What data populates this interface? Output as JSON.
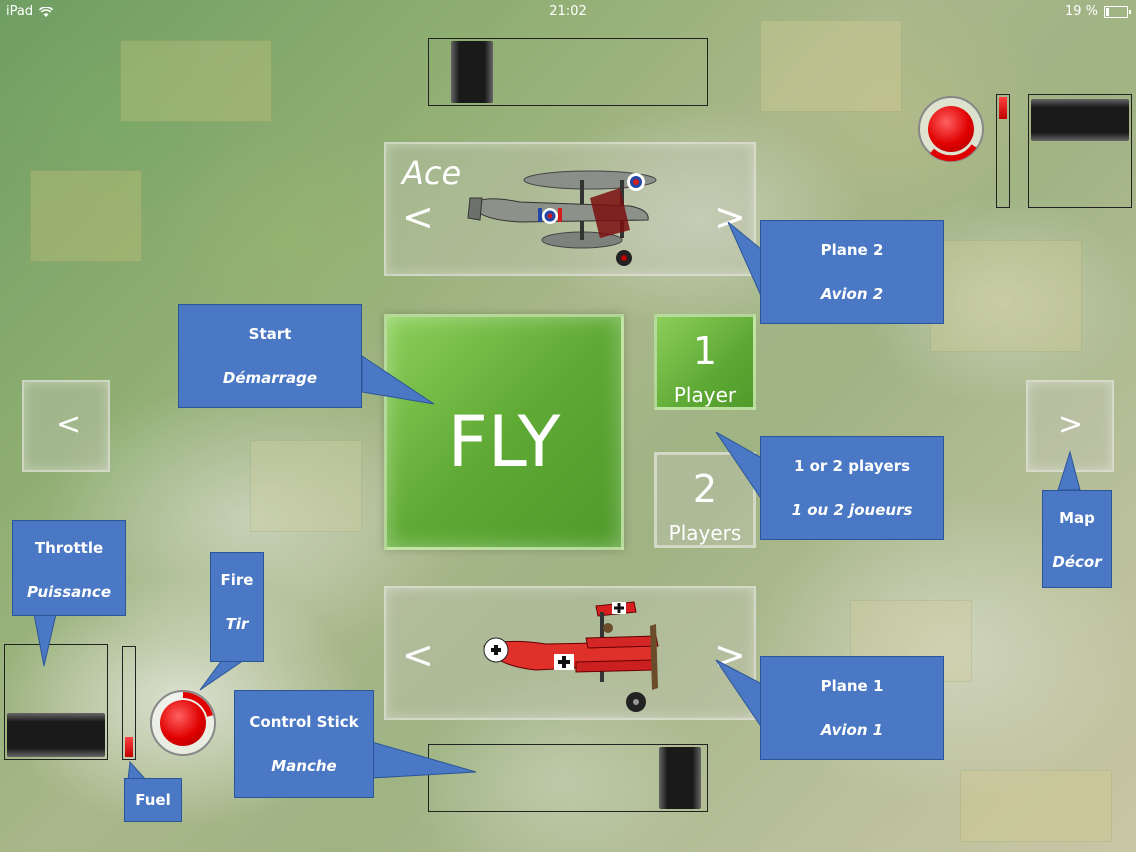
{
  "status_bar": {
    "device": "iPad",
    "time": "21:02",
    "battery": "19 %",
    "battery_level": 0.19
  },
  "plane_selector_top": {
    "skill": "Ace",
    "prev": "<",
    "next": ">",
    "plane": "biplane-roundel"
  },
  "plane_selector_bottom": {
    "prev": "<",
    "next": ">",
    "plane": "red-triplane"
  },
  "map_selector": {
    "prev": "<",
    "next": ">"
  },
  "fly_button": {
    "label": "FLY"
  },
  "players": [
    {
      "number": "1",
      "label": "Player"
    },
    {
      "number": "2",
      "label": "Players"
    }
  ],
  "callouts": {
    "plane2": {
      "en": "Plane 2",
      "fr": "Avion 2"
    },
    "start": {
      "en": "Start",
      "fr": "Démarrage"
    },
    "players": {
      "en": "1 or 2 players",
      "fr": "1 ou 2 joueurs"
    },
    "map": {
      "en": "Map",
      "fr": "Décor"
    },
    "throttle": {
      "en": "Throttle",
      "fr": "Puissance"
    },
    "fire": {
      "en": "Fire",
      "fr": "Tir"
    },
    "plane1": {
      "en": "Plane 1",
      "fr": "Avion 1"
    },
    "control_stick": {
      "en": "Control Stick",
      "fr": "Manche"
    },
    "fuel": {
      "en": "Fuel"
    }
  },
  "colors": {
    "callout": "#4a78c4",
    "fly_green": "#5faa35",
    "fire_red": "#e00000"
  }
}
